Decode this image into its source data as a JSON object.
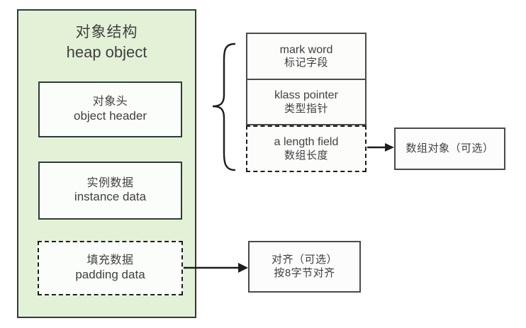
{
  "diagram": {
    "background": "#ffffff",
    "accent_fill": "#e3f2d7",
    "stroke": "#2f3b3a"
  },
  "heap_panel": {
    "title_cn": "对象结构",
    "title_en": "heap object",
    "blocks": [
      {
        "cn": "对象头",
        "en": "object header",
        "style": "solid"
      },
      {
        "cn": "实例数据",
        "en": "instance data",
        "style": "solid"
      },
      {
        "cn": "填充数据",
        "en": "padding data",
        "style": "dashed"
      }
    ]
  },
  "header_detail": {
    "rows": [
      {
        "en": "mark word",
        "cn": "标记字段",
        "style": "solid"
      },
      {
        "en": "klass pointer",
        "cn": "类型指针",
        "style": "solid"
      },
      {
        "en": "a length field",
        "cn": "数组长度",
        "style": "dashed"
      }
    ]
  },
  "notes": {
    "array_object": "数组对象（可选）",
    "alignment_cn": "对齐（可选）",
    "alignment_detail": "按8字节对齐"
  }
}
